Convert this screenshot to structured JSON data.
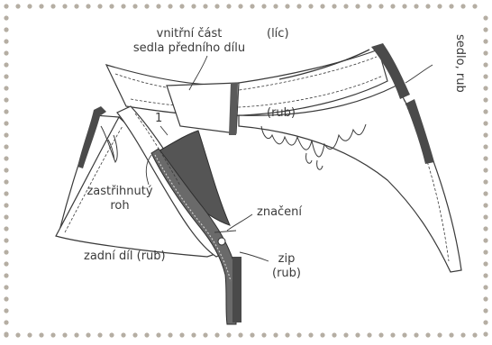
{
  "colors": {
    "dot_border": "#b5aea3",
    "ink": "#3a3a3a",
    "dark_fabric": "#555555",
    "zip_tape": "#6a6a6a"
  },
  "labels": {
    "inner_yoke_line1": "vnitřní část",
    "inner_yoke_line2": "sedla předního dílu",
    "face": "(líc)",
    "yoke_wrong_line1": "sedlo,",
    "yoke_wrong_line2": "rub",
    "wrong_side": "(rub)",
    "number_one": "1",
    "clipped_corner_line1": "zastřihnutý",
    "clipped_corner_line2": "roh",
    "marking": "značení",
    "back_piece": "zadní díl (rub)",
    "zip_line1": "zip",
    "zip_line2": "(rub)"
  }
}
